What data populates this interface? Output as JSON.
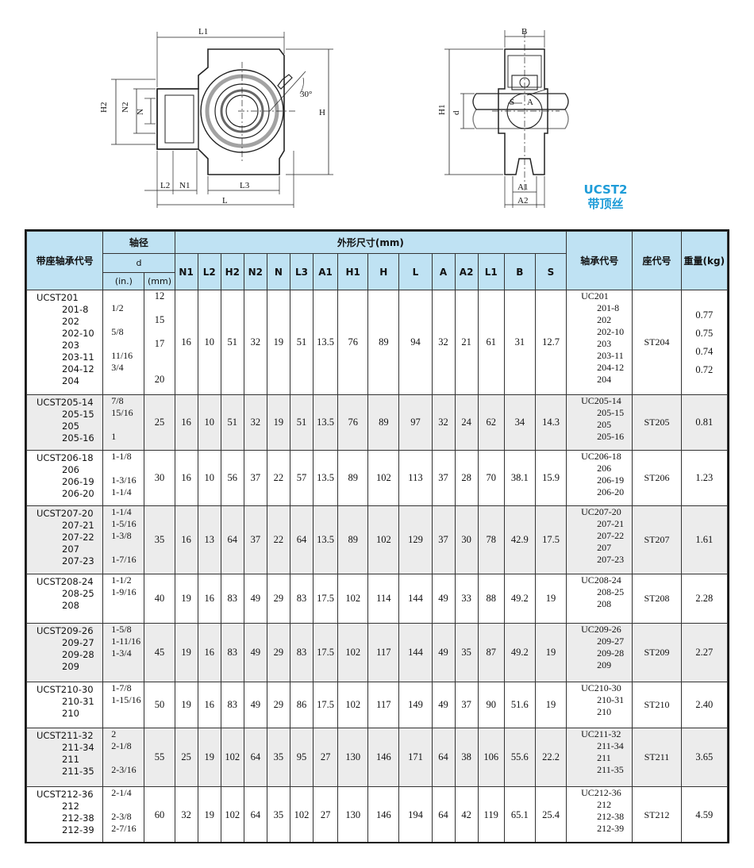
{
  "drawing": {
    "labels": {
      "L1": "L1",
      "H2": "H2",
      "N2": "N2",
      "N": "N",
      "angle": "30°",
      "H": "H",
      "L2": "L2",
      "N1": "N1",
      "L3": "L3",
      "L": "L",
      "B": "B",
      "H1": "H1",
      "d": "d",
      "S": "S",
      "A": "A",
      "A1": "A1",
      "A2": "A2"
    },
    "series_line1": "UCST2",
    "series_line2": "带顶丝"
  },
  "table": {
    "header": {
      "model": "带座轴承代号",
      "shaft": "轴径",
      "d": "d",
      "in": "(in.)",
      "mm": "(mm)",
      "dims": "外形尺寸(mm)",
      "dim_cols": [
        "N1",
        "L2",
        "H2",
        "N2",
        "N",
        "L3",
        "A1",
        "H1",
        "H",
        "L",
        "A",
        "A2",
        "L1",
        "B",
        "S"
      ],
      "bearing": "轴承代号",
      "housing": "座代号",
      "weight": "重量(kg)"
    },
    "groups": [
      {
        "models": [
          "UCST201",
          "201-8",
          "202",
          "202-10",
          "203",
          "203-11",
          "204-12",
          "204"
        ],
        "inch": [
          "",
          "1/2",
          "",
          "5/8",
          "",
          "11/16",
          "3/4",
          ""
        ],
        "mm": [
          "12",
          "",
          "15",
          "",
          "17",
          "",
          "",
          "20"
        ],
        "dims": [
          "16",
          "10",
          "51",
          "32",
          "19",
          "51",
          "13.5",
          "76",
          "89",
          "94",
          "32",
          "21",
          "61",
          "31",
          "12.7"
        ],
        "bearings": [
          "UC201",
          "201-8",
          "202",
          "202-10",
          "203",
          "203-11",
          "204-12",
          "204"
        ],
        "housing": "ST204",
        "weights": [
          "0.77",
          "0.75",
          "0.74",
          "0.72"
        ]
      },
      {
        "models": [
          "UCST205-14",
          "205-15",
          "205",
          "205-16"
        ],
        "inch": [
          "7/8",
          "15/16",
          "",
          "1"
        ],
        "mm": [
          "25"
        ],
        "dims": [
          "16",
          "10",
          "51",
          "32",
          "19",
          "51",
          "13.5",
          "76",
          "89",
          "97",
          "32",
          "24",
          "62",
          "34",
          "14.3"
        ],
        "bearings": [
          "UC205-14",
          "205-15",
          "205",
          "205-16"
        ],
        "housing": "ST205",
        "weights": [
          "0.81"
        ]
      },
      {
        "models": [
          "UCST206-18",
          "206",
          "206-19",
          "206-20"
        ],
        "inch": [
          "1-1/8",
          "",
          "1-3/16",
          "1-1/4"
        ],
        "mm": [
          "30"
        ],
        "dims": [
          "16",
          "10",
          "56",
          "37",
          "22",
          "57",
          "13.5",
          "89",
          "102",
          "113",
          "37",
          "28",
          "70",
          "38.1",
          "15.9"
        ],
        "bearings": [
          "UC206-18",
          "206",
          "206-19",
          "206-20"
        ],
        "housing": "ST206",
        "weights": [
          "1.23"
        ]
      },
      {
        "models": [
          "UCST207-20",
          "207-21",
          "207-22",
          "207",
          "207-23"
        ],
        "inch": [
          "1-1/4",
          "1-5/16",
          "1-3/8",
          "",
          "1-7/16"
        ],
        "mm": [
          "35"
        ],
        "dims": [
          "16",
          "13",
          "64",
          "37",
          "22",
          "64",
          "13.5",
          "89",
          "102",
          "129",
          "37",
          "30",
          "78",
          "42.9",
          "17.5"
        ],
        "bearings": [
          "UC207-20",
          "207-21",
          "207-22",
          "207",
          "207-23"
        ],
        "housing": "ST207",
        "weights": [
          "1.61"
        ]
      },
      {
        "models": [
          "UCST208-24",
          "208-25",
          "208"
        ],
        "inch": [
          "1-1/2",
          "1-9/16",
          ""
        ],
        "mm": [
          "40"
        ],
        "dims": [
          "19",
          "16",
          "83",
          "49",
          "29",
          "83",
          "17.5",
          "102",
          "114",
          "144",
          "49",
          "33",
          "88",
          "49.2",
          "19"
        ],
        "bearings": [
          "UC208-24",
          "208-25",
          "208"
        ],
        "housing": "ST208",
        "weights": [
          "2.28"
        ]
      },
      {
        "models": [
          "UCST209-26",
          "209-27",
          "209-28",
          "209"
        ],
        "inch": [
          "1-5/8",
          "1-11/16",
          "1-3/4",
          ""
        ],
        "mm": [
          "45"
        ],
        "dims": [
          "19",
          "16",
          "83",
          "49",
          "29",
          "83",
          "17.5",
          "102",
          "117",
          "144",
          "49",
          "35",
          "87",
          "49.2",
          "19"
        ],
        "bearings": [
          "UC209-26",
          "209-27",
          "209-28",
          "209"
        ],
        "housing": "ST209",
        "weights": [
          "2.27"
        ]
      },
      {
        "models": [
          "UCST210-30",
          "210-31",
          "210"
        ],
        "inch": [
          "1-7/8",
          "1-15/16",
          ""
        ],
        "mm": [
          "50"
        ],
        "dims": [
          "19",
          "16",
          "83",
          "49",
          "29",
          "86",
          "17.5",
          "102",
          "117",
          "149",
          "49",
          "37",
          "90",
          "51.6",
          "19"
        ],
        "bearings": [
          "UC210-30",
          "210-31",
          "210"
        ],
        "housing": "ST210",
        "weights": [
          "2.40"
        ]
      },
      {
        "models": [
          "UCST211-32",
          "211-34",
          "211",
          "211-35"
        ],
        "inch": [
          "2",
          "2-1/8",
          "",
          "2-3/16"
        ],
        "mm": [
          "55"
        ],
        "dims": [
          "25",
          "19",
          "102",
          "64",
          "35",
          "95",
          "27",
          "130",
          "146",
          "171",
          "64",
          "38",
          "106",
          "55.6",
          "22.2"
        ],
        "bearings": [
          "UC211-32",
          "211-34",
          "211",
          "211-35"
        ],
        "housing": "ST211",
        "weights": [
          "3.65"
        ]
      },
      {
        "models": [
          "UCST212-36",
          "212",
          "212-38",
          "212-39"
        ],
        "inch": [
          "2-1/4",
          "",
          "2-3/8",
          "2-7/16"
        ],
        "mm": [
          "60"
        ],
        "dims": [
          "32",
          "19",
          "102",
          "64",
          "35",
          "102",
          "27",
          "130",
          "146",
          "194",
          "64",
          "42",
          "119",
          "65.1",
          "25.4"
        ],
        "bearings": [
          "UC212-36",
          "212",
          "212-38",
          "212-39"
        ],
        "housing": "ST212",
        "weights": [
          "4.59"
        ]
      }
    ]
  }
}
